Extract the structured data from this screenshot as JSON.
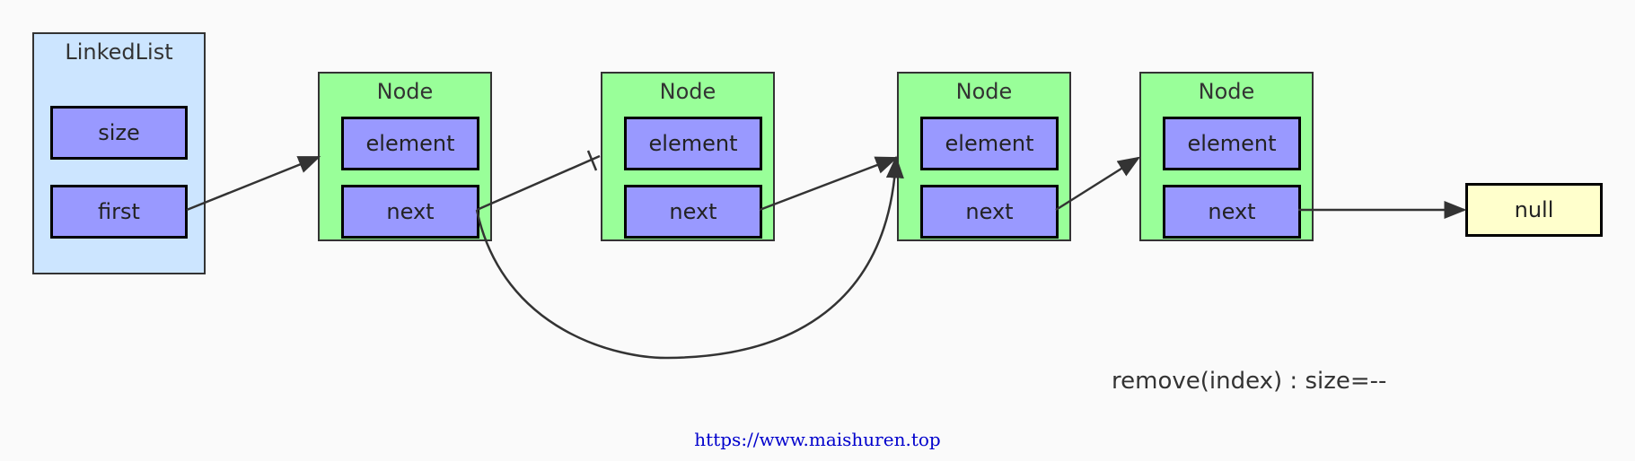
{
  "linked_list": {
    "title": "LinkedList",
    "fields": {
      "size": "size",
      "first": "first"
    }
  },
  "nodes": [
    {
      "title": "Node",
      "element": "element",
      "next": "next"
    },
    {
      "title": "Node",
      "element": "element",
      "next": "next"
    },
    {
      "title": "Node",
      "element": "element",
      "next": "next"
    },
    {
      "title": "Node",
      "element": "element",
      "next": "next"
    }
  ],
  "null_label": "null",
  "caption": "remove(index) : size=--",
  "footer": "https://www.maishuren.top",
  "colors": {
    "list_bg": "#cce5ff",
    "node_bg": "#99ff99",
    "field_bg": "#9999ff",
    "null_bg": "#ffffcc",
    "line": "#333333",
    "link_text": "#0000cc"
  }
}
